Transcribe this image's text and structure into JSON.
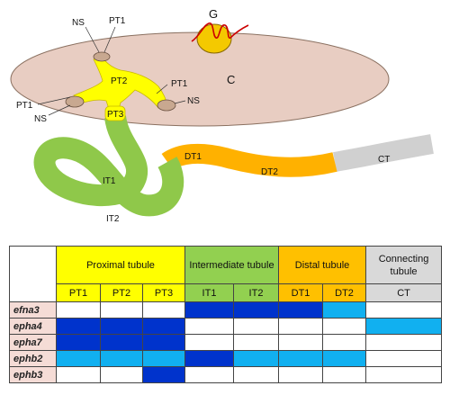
{
  "labels": {
    "gland": "G",
    "capsule": "C",
    "ns_top": "NS",
    "pt1_top": "PT1",
    "pt2": "PT2",
    "pt1_right": "PT1",
    "ns_right": "NS",
    "pt1_left": "PT1",
    "ns_left": "NS",
    "pt3": "PT3",
    "it1": "IT1",
    "it2": "IT2",
    "dt1": "DT1",
    "dt2": "DT2",
    "ct": "CT"
  },
  "colors": {
    "capsule": "#e8cdc2",
    "proximal": "#ffff00",
    "intermediate": "#8fc84a",
    "distal": "#ffb100",
    "connecting": "#d0d0d0",
    "strong": "#0033cc",
    "weak": "#11b0f0",
    "none": "#ffffff"
  },
  "table": {
    "groups": [
      {
        "label": "Proximal tubule",
        "span": 3,
        "color": "#ffff00"
      },
      {
        "label": "Intermediate tubule",
        "span": 2,
        "color": "#92d050"
      },
      {
        "label": "Distal tubule",
        "span": 2,
        "color": "#ffc000"
      },
      {
        "label": "Connecting tubule",
        "span": 1,
        "color": "#d9d9d9"
      }
    ],
    "segments": [
      "PT1",
      "PT2",
      "PT3",
      "IT1",
      "IT2",
      "DT1",
      "DT2",
      "CT"
    ],
    "genes": [
      {
        "name": "efna3",
        "levels": [
          "none",
          "none",
          "none",
          "strong",
          "strong",
          "strong",
          "weak",
          "none"
        ]
      },
      {
        "name": "epha4",
        "levels": [
          "strong",
          "strong",
          "strong",
          "none",
          "none",
          "none",
          "none",
          "weak"
        ]
      },
      {
        "name": "epha7",
        "levels": [
          "strong",
          "strong",
          "strong",
          "none",
          "none",
          "none",
          "none",
          "none"
        ]
      },
      {
        "name": "ephb2",
        "levels": [
          "weak",
          "weak",
          "weak",
          "strong",
          "weak",
          "weak",
          "weak",
          "none"
        ]
      },
      {
        "name": "ephb3",
        "levels": [
          "none",
          "none",
          "strong",
          "none",
          "none",
          "none",
          "none",
          "none"
        ]
      }
    ]
  }
}
